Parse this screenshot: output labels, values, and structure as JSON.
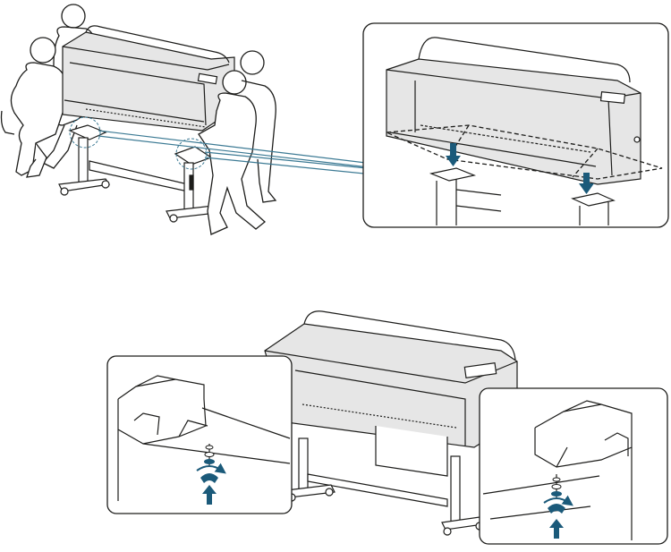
{
  "figure": {
    "steps": [
      {
        "id": "lift-printer-onto-stand",
        "callout": "mounting-holes-detail"
      },
      {
        "id": "secure-printer-to-stand",
        "callouts": [
          "left-wing-screw-detail",
          "right-wing-screw-detail"
        ]
      }
    ],
    "icons": {
      "down_arrow": "arrow-down-icon",
      "up_arrow": "arrow-up-icon",
      "rotate_arrow": "rotate-arrow-icon",
      "wing_screw": "wing-screw-icon"
    },
    "colors": {
      "line": "#1d1d1b",
      "accent": "#1b5a7a",
      "leader": "#3c7a94",
      "gray_fill": "#e6e6e6",
      "white": "#ffffff"
    }
  }
}
